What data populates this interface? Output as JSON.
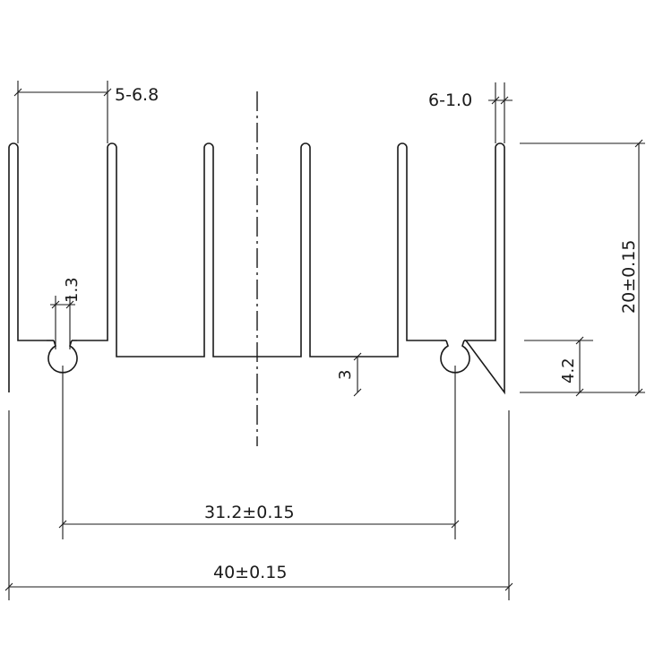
{
  "dimensions": {
    "fin_pitch": "5-6.8",
    "fin_thickness": "6-1.0",
    "total_height": "20±0.15",
    "groove_width": "1.3",
    "base_thickness": "3",
    "groove_height": "4.2",
    "hole_spacing": "31.2±0.15",
    "total_width": "40±0.15"
  }
}
